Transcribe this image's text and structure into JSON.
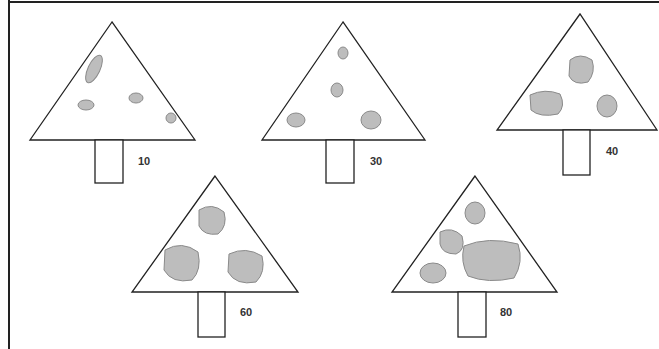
{
  "diagram": {
    "labels": [
      "10",
      "30",
      "40",
      "60",
      "80"
    ]
  }
}
